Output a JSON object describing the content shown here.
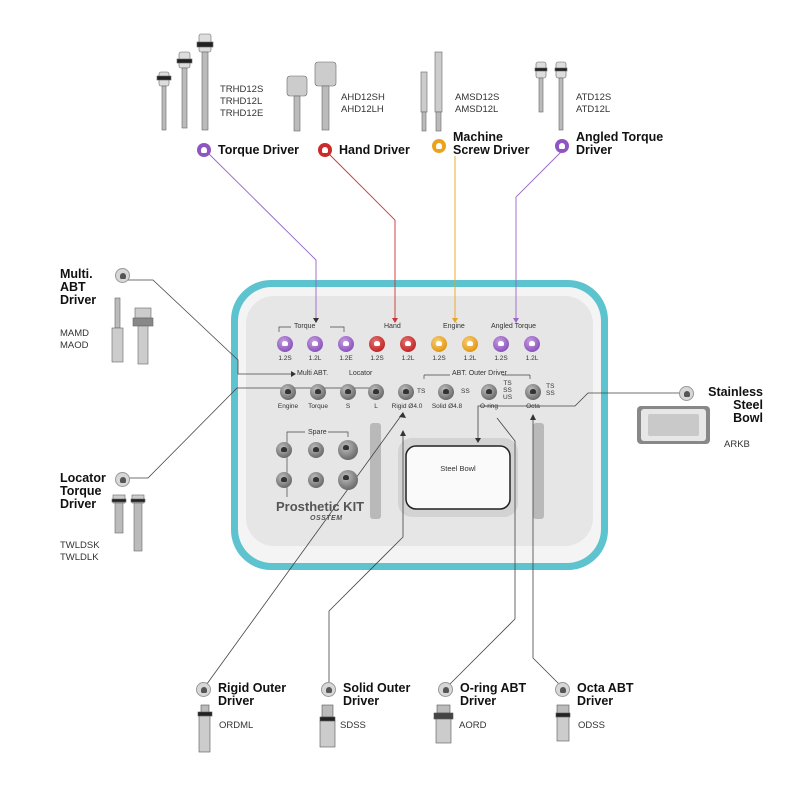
{
  "colors": {
    "purple": "#8f56c2",
    "red": "#cc2b2b",
    "orange": "#eba21d",
    "gray": "#d7d7d7",
    "tray_border": "#5cc3cf",
    "tray_fill": "#e9e9e9"
  },
  "top_categories": [
    {
      "label": "Torque Driver",
      "color": "purple",
      "codes": [
        "TRHD12S",
        "TRHD12L",
        "TRHD12E"
      ]
    },
    {
      "label": "Hand Driver",
      "color": "red",
      "codes": [
        "AHD12SH",
        "AHD12LH"
      ]
    },
    {
      "label": "Machine Screw Driver",
      "color": "orange",
      "codes": [
        "AMSD12S",
        "AMSD12L"
      ]
    },
    {
      "label": "Angled Torque Driver",
      "color": "purple",
      "codes": [
        "ATD12S",
        "ATD12L"
      ]
    }
  ],
  "left_categories": [
    {
      "label": "Multi. ABT Driver",
      "codes": [
        "MAMD",
        "MAOD"
      ]
    },
    {
      "label": "Locator Torque Driver",
      "codes": [
        "TWLDSK",
        "TWLDLK"
      ]
    }
  ],
  "right_category": {
    "label": "Stainless Steel Bowl",
    "codes": [
      "ARKB"
    ]
  },
  "bottom_categories": [
    {
      "label": "Rigid Outer Driver",
      "codes": [
        "ORDML"
      ]
    },
    {
      "label": "Solid Outer Driver",
      "codes": [
        "SDSS"
      ]
    },
    {
      "label": "O-ring ABT Driver",
      "codes": [
        "AORD"
      ]
    },
    {
      "label": "Octa ABT Driver",
      "codes": [
        "ODSS"
      ]
    }
  ],
  "tray": {
    "groups": {
      "torque": "Torque",
      "hand": "Hand",
      "engine": "Engine",
      "angled_torque": "Angled Torque",
      "multi_abt": "Multi ABT.",
      "locator": "Locator",
      "abt_outer": "ABT. Outer Driver",
      "spare": "Spare"
    },
    "row1": [
      {
        "label": "1.2S",
        "color": "p"
      },
      {
        "label": "1.2L",
        "color": "p"
      },
      {
        "label": "1.2E",
        "color": "p"
      },
      {
        "label": "1.2S",
        "color": "r"
      },
      {
        "label": "1.2L",
        "color": "r"
      },
      {
        "label": "1.2S",
        "color": "o"
      },
      {
        "label": "1.2L",
        "color": "o"
      },
      {
        "label": "1.2S",
        "color": "p"
      },
      {
        "label": "1.2L",
        "color": "p"
      }
    ],
    "row2": [
      {
        "label": "Engine"
      },
      {
        "label": "Torque"
      },
      {
        "label": "S"
      },
      {
        "label": "L"
      },
      {
        "label": "Rigid Ø4.0"
      },
      {
        "label": "Solid Ø4.8"
      },
      {
        "label": "O-ring"
      },
      {
        "label": "Octa"
      }
    ],
    "side_labels": {
      "ts1": "TS",
      "ss1": "SS",
      "ts2": "TS",
      "ss2": "SS",
      "us2": "US",
      "ts3": "TS",
      "ss3": "SS"
    },
    "bowl_label": "Steel Bowl",
    "kit_title": "Prosthetic KIT",
    "brand": "OSSTEM"
  }
}
